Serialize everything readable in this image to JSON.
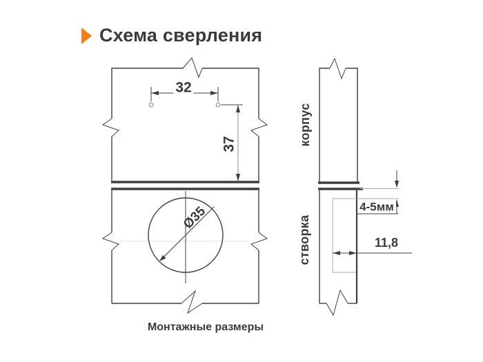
{
  "title": "Схема сверления",
  "caption": "Монтажные размеры",
  "front_view": {
    "hole_spacing": "32",
    "edge_distance": "37",
    "cup_diameter": "Ø35"
  },
  "side_view": {
    "body_label": "корпус",
    "door_label": "створка",
    "edge_gap": "4-5мм",
    "cup_depth": "11,8"
  },
  "colors": {
    "accent": "#EE7F1F",
    "line": "#3D3D3D",
    "dimension": "#8C8C8C",
    "text": "#3A3A3A"
  }
}
